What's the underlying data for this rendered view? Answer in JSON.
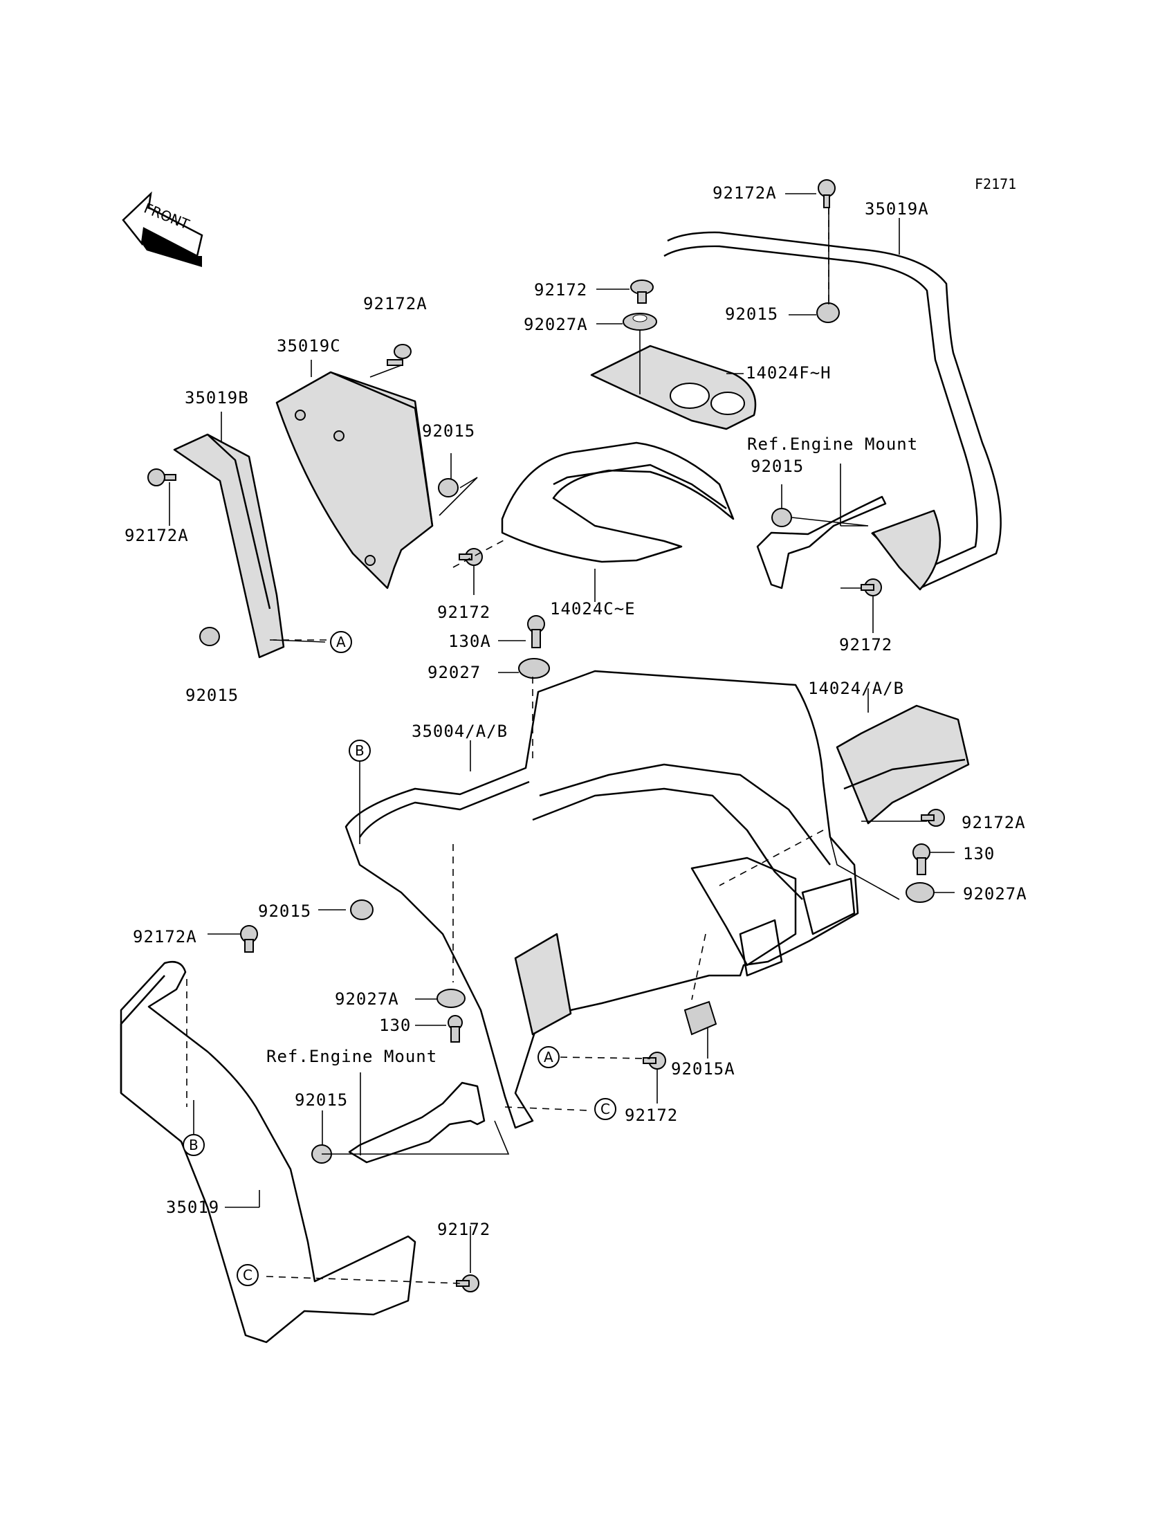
{
  "figure_code": "F2171",
  "front_arrow_text": "FRONT",
  "labels": {
    "l_92172A_top": "92172A",
    "l_35019A": "35019A",
    "l_92172_top": "92172",
    "l_92015_tr": "92015",
    "l_92027A_top": "92027A",
    "l_14024FH": "14024F~H",
    "l_ref_engine_1": "Ref.Engine Mount",
    "l_92015_ref1": "92015",
    "l_92172A_c": "92172A",
    "l_35019C": "35019C",
    "l_35019B": "35019B",
    "l_92015_mid": "92015",
    "l_92172A_left": "92172A",
    "l_92172_mid": "92172",
    "l_14024CE": "14024C~E",
    "l_92172_right": "92172",
    "l_130A": "130A",
    "l_92027": "92027",
    "l_92015_left": "92015",
    "l_14024AB": "14024/A/B",
    "l_35004AB": "35004/A/B",
    "l_92172A_right": "92172A",
    "l_130_right": "130",
    "l_92027A_right": "92027A",
    "l_92015_center": "92015",
    "l_92172A_low": "92172A",
    "l_92027A_low": "92027A",
    "l_130_low": "130",
    "l_ref_engine_2": "Ref.Engine Mount",
    "l_92015A": "92015A",
    "l_92015_low": "92015",
    "l_92172_low": "92172",
    "l_35019": "35019",
    "l_92172_bottom": "92172"
  },
  "callouts": {
    "A": "A",
    "B": "B",
    "C": "C"
  }
}
